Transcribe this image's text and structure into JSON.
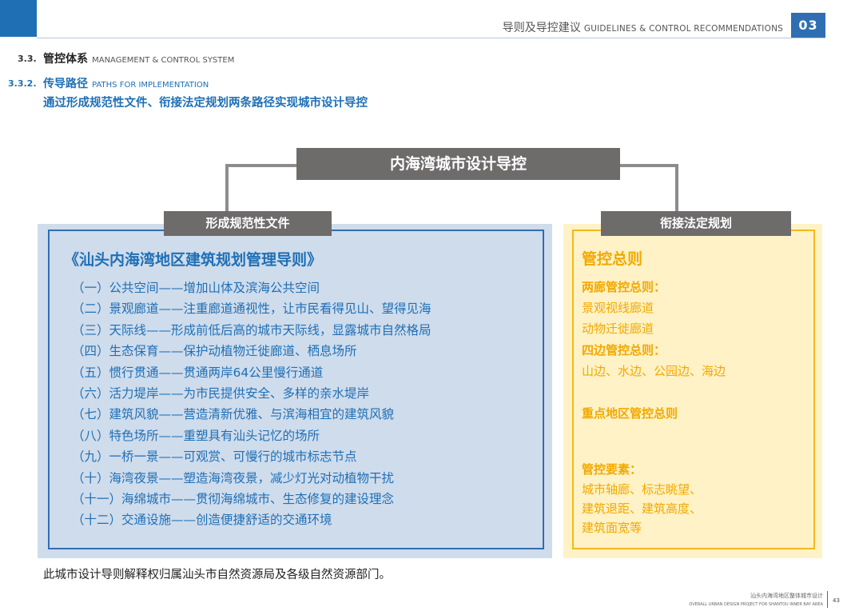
{
  "header": {
    "title_zh": "导则及导控建议",
    "title_en": "GUIDELINES & CONTROL RECOMMENDATIONS",
    "chapter": "03"
  },
  "section": {
    "number": "3.3.",
    "title_zh": "管控体系",
    "title_en": "MANAGEMENT & CONTROL SYSTEM"
  },
  "subsection": {
    "number": "3.3.2.",
    "title_zh": "传导路径",
    "title_en": "PATHS FOR IMPLEMENTATION",
    "subtitle": "通过形成规范性文件、衔接法定规划两条路径实现城市设计导控"
  },
  "diagram": {
    "top": "内海湾城市设计导控",
    "left_label": "形成规范性文件",
    "right_label": "衔接法定规划",
    "left": {
      "title": "《汕头内海湾地区建筑规划管理导则》",
      "items": [
        "（一）公共空间——增加山体及滨海公共空间",
        "（二）景观廊道——注重廊道通视性，让市民看得见山、望得见海",
        "（三）天际线——形成前低后高的城市天际线，显露城市自然格局",
        "（四）生态保育——保护动植物迁徙廊道、栖息场所",
        "（五）惯行贯通——贯通两岸64公里慢行通道",
        "（六）活力堤岸——为市民提供安全、多样的亲水堤岸",
        "（七）建筑风貌——营造清新优雅、与滨海相宜的建筑风貌",
        "（八）特色场所——重塑具有汕头记忆的场所",
        "（九）一桥一景——可观赏、可慢行的城市标志节点",
        "（十）海湾夜景——塑造海湾夜景，减少灯光对动植物干扰",
        "（十一）海绵城市——贯彻海绵城市、生态修复的建设理念",
        "（十二）交通设施——创造便捷舒适的交通环境"
      ]
    },
    "right": {
      "title": "管控总则",
      "two_corridors_heading": "两廊管控总则：",
      "two_corridors": [
        "景观视线廊道",
        "动物迁徙廊道"
      ],
      "four_edges_heading": "四边管控总则：",
      "four_edges": "山边、水边、公园边、海边",
      "key_areas": "重点地区管控总则",
      "elements_heading": "管控要素：",
      "elements": [
        "城市轴廊、标志眺望、",
        "建筑退距、建筑高度、",
        "建筑面宽等"
      ]
    }
  },
  "note": "此城市设计导则解释权归属汕头市自然资源局及各级自然资源部门。",
  "footer": {
    "project_zh": "汕头内海湾地区整体城市设计",
    "project_en": "OVERALL URBAN DESIGN PROJECT FOR SHANTOU INNER BAY AREA",
    "page": "43"
  },
  "colors": {
    "brand_blue": "#1f6fb5",
    "dark_gray": "#6e6b6b",
    "light_blue": "#cfdcec",
    "gold": "#f2a900",
    "light_yellow": "#fff2c6"
  }
}
